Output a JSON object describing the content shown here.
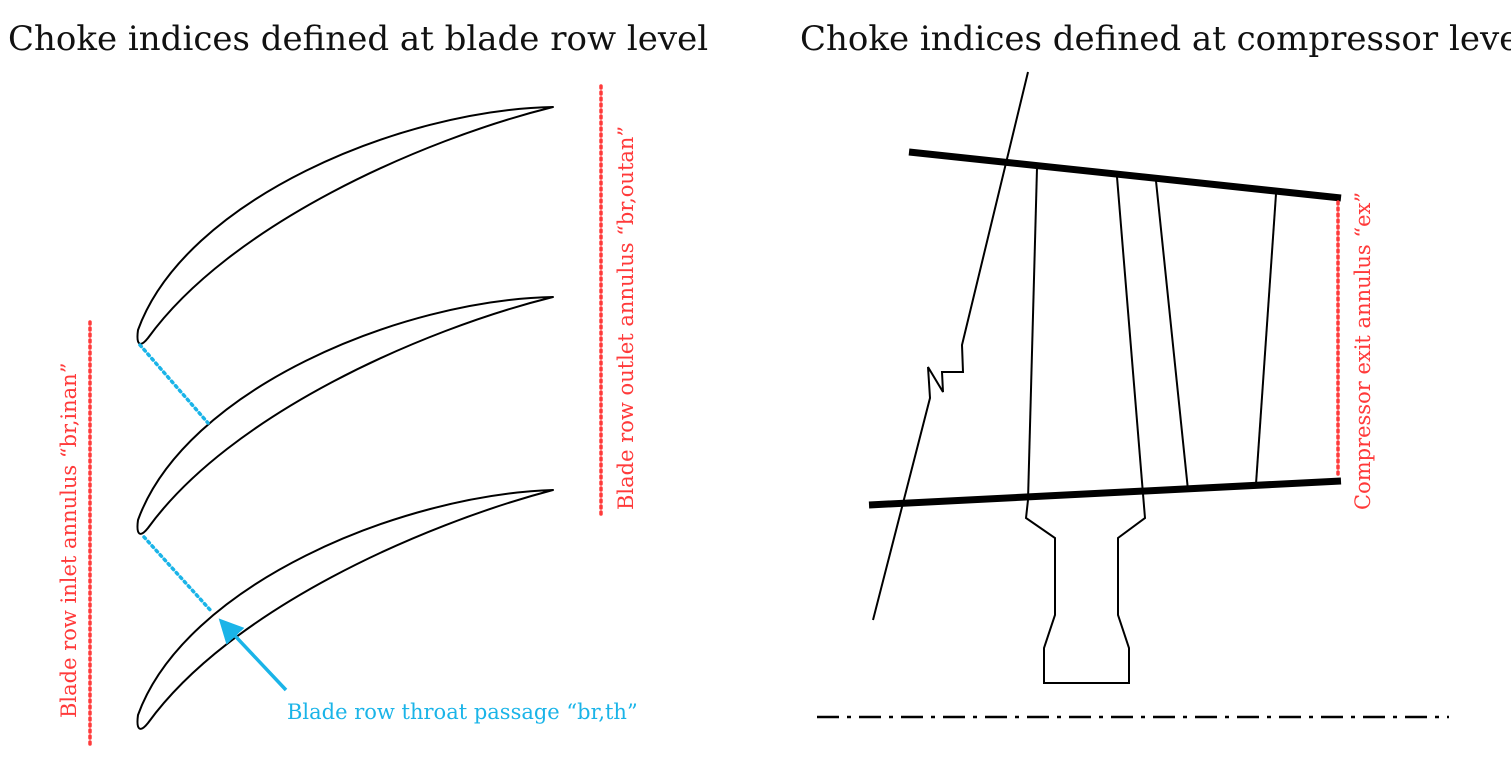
{
  "left_panel": {
    "title": "Choke indices defined at blade row level",
    "inlet_label": "Blade row inlet annulus “br,inan”",
    "outlet_label": "Blade row outlet annulus “br,outan”",
    "throat_label": "Blade row throat passage “br,th”"
  },
  "right_panel": {
    "title": "Choke indices defined at compressor level",
    "exit_label": "Compressor exit annulus “ex”"
  },
  "colors": {
    "red": "#ff3a3a",
    "cyan": "#1ab4e8",
    "line": "#000000"
  }
}
